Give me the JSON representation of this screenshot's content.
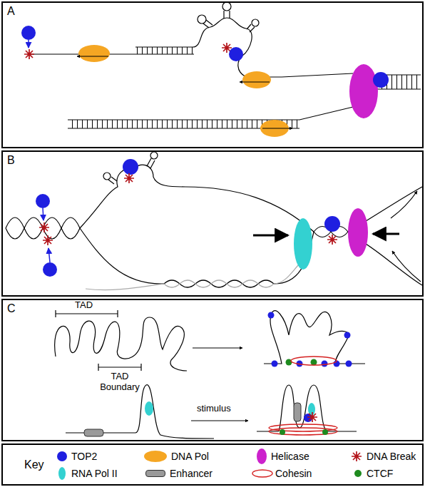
{
  "diagram": {
    "nodes": [
      {
        "text": [
          "A"
        ]
      },
      {
        "text": [
          "B"
        ]
      },
      {
        "text": [
          "C"
        ]
      },
      {
        "text": [
          "Key"
        ]
      }
    ],
    "labels": [
      "TAD",
      "TAD Boundary",
      "stimulus"
    ],
    "legend": [
      {
        "text": "TOP2",
        "color": "#1f1fe0"
      },
      {
        "text": "DNA Pol",
        "color": "#f5a623"
      },
      {
        "text": "Helicase",
        "color": "#cc22cc"
      },
      {
        "text": "DNA Break"
      },
      {
        "text": "RNA Pol II",
        "color": "#33d1d1"
      },
      {
        "text": "Enhancer",
        "color": "#9a9a9a"
      },
      {
        "text": "Cohesin"
      },
      {
        "text": "CTCF",
        "color": "#1e8a1e"
      }
    ]
  }
}
